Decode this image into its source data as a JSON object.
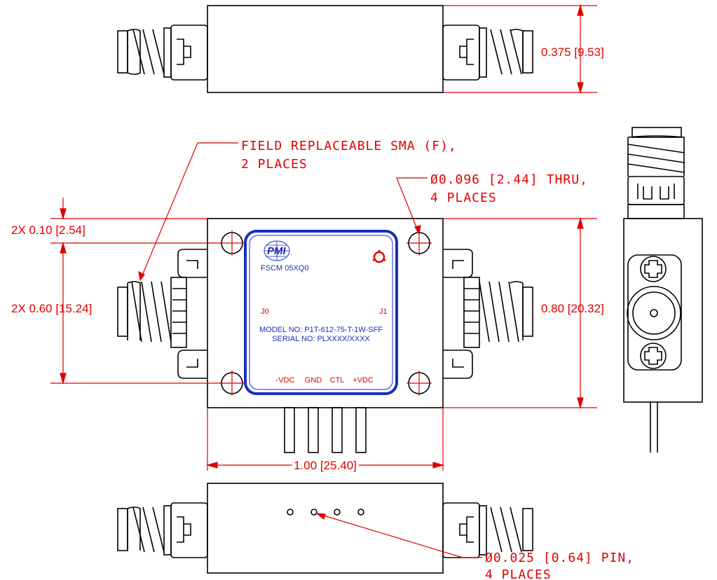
{
  "colors": {
    "outline": "#000000",
    "dimension": "#e00000",
    "label_panel": "#1a2fbf",
    "connector_text": "#e00000"
  },
  "dimensions": {
    "top_height": "0.375 [9.53]",
    "edge_offset": "2X 0.10 [2.54]",
    "hole_spacing": "2X 0.60 [15.24]",
    "body_height": "0.80 [20.32]",
    "body_width": "1.00 [25.40]"
  },
  "notes": {
    "sma_line1": "FIELD REPLACEABLE SMA (F),",
    "sma_line2": "2 PLACES",
    "hole_line1": "Ø0.096 [2.44] THRU,",
    "hole_line2": "4 PLACES",
    "pin_line1": "Ø0.025 [0.64] PIN,",
    "pin_line2": "4 PLACES"
  },
  "label_panel": {
    "logo": "PMI",
    "fscm": "FSCM 05XQ0",
    "port_left": "J0",
    "port_right": "J1",
    "model": "MODEL NO: P1T-612-75-T-1W-SFF",
    "serial": "SERIAL NO: PLXXXX/XXXX",
    "pins": [
      "-VDC",
      "GND",
      "CTL",
      "+VDC"
    ]
  }
}
